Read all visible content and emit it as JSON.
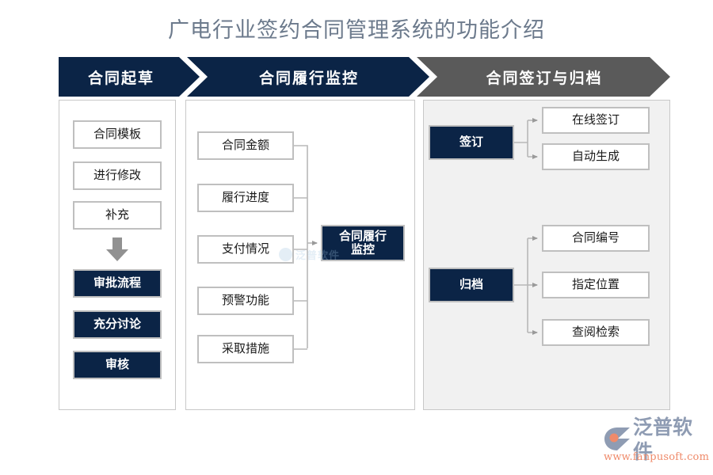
{
  "page": {
    "title": "广电行业签约合同管理系统的功能介绍",
    "background_color": "#ffffff",
    "title_color": "#6c7a8c"
  },
  "colors": {
    "navy": "#0b2446",
    "gray_banner": "#5a5a5a",
    "panel_gray": "#f1f1f1",
    "border_gray": "#bfbfbf",
    "connector_gray": "#b0b0b0",
    "arrow_gray": "#8c8c8c",
    "logo_orange": "#ef8a6a",
    "logo_blue": "#8f9cb3"
  },
  "banners": [
    {
      "label": "合同起草",
      "style": "navy"
    },
    {
      "label": "合同履行监控",
      "style": "navy"
    },
    {
      "label": "合同签订与归档",
      "style": "gray"
    }
  ],
  "columns": {
    "draft": {
      "banner": "合同起草",
      "plain_nodes": [
        {
          "label": "合同模板"
        },
        {
          "label": "进行修改"
        },
        {
          "label": "补充"
        }
      ],
      "arrow_icon": "down-arrow-icon",
      "navy_nodes": [
        {
          "label": "审批流程"
        },
        {
          "label": "充分讨论"
        },
        {
          "label": "审核"
        }
      ]
    },
    "monitor": {
      "banner": "合同履行监控",
      "inputs": [
        {
          "label": "合同金额"
        },
        {
          "label": "履行进度"
        },
        {
          "label": "支付情况"
        },
        {
          "label": "预警功能"
        },
        {
          "label": "采取措施"
        }
      ],
      "target": {
        "line1": "合同履行",
        "line2": "监控"
      }
    },
    "sign_archive": {
      "banner": "合同签订与归档",
      "groups": [
        {
          "title": "签订",
          "children": [
            {
              "label": "在线签订"
            },
            {
              "label": "自动生成"
            }
          ]
        },
        {
          "title": "归档",
          "children": [
            {
              "label": "合同编号"
            },
            {
              "label": "指定位置"
            },
            {
              "label": "查阅检索"
            }
          ]
        }
      ]
    }
  },
  "watermark": {
    "text": "泛普软件"
  },
  "logo": {
    "name": "泛普软件",
    "url": "www.fanpusoft.com"
  }
}
